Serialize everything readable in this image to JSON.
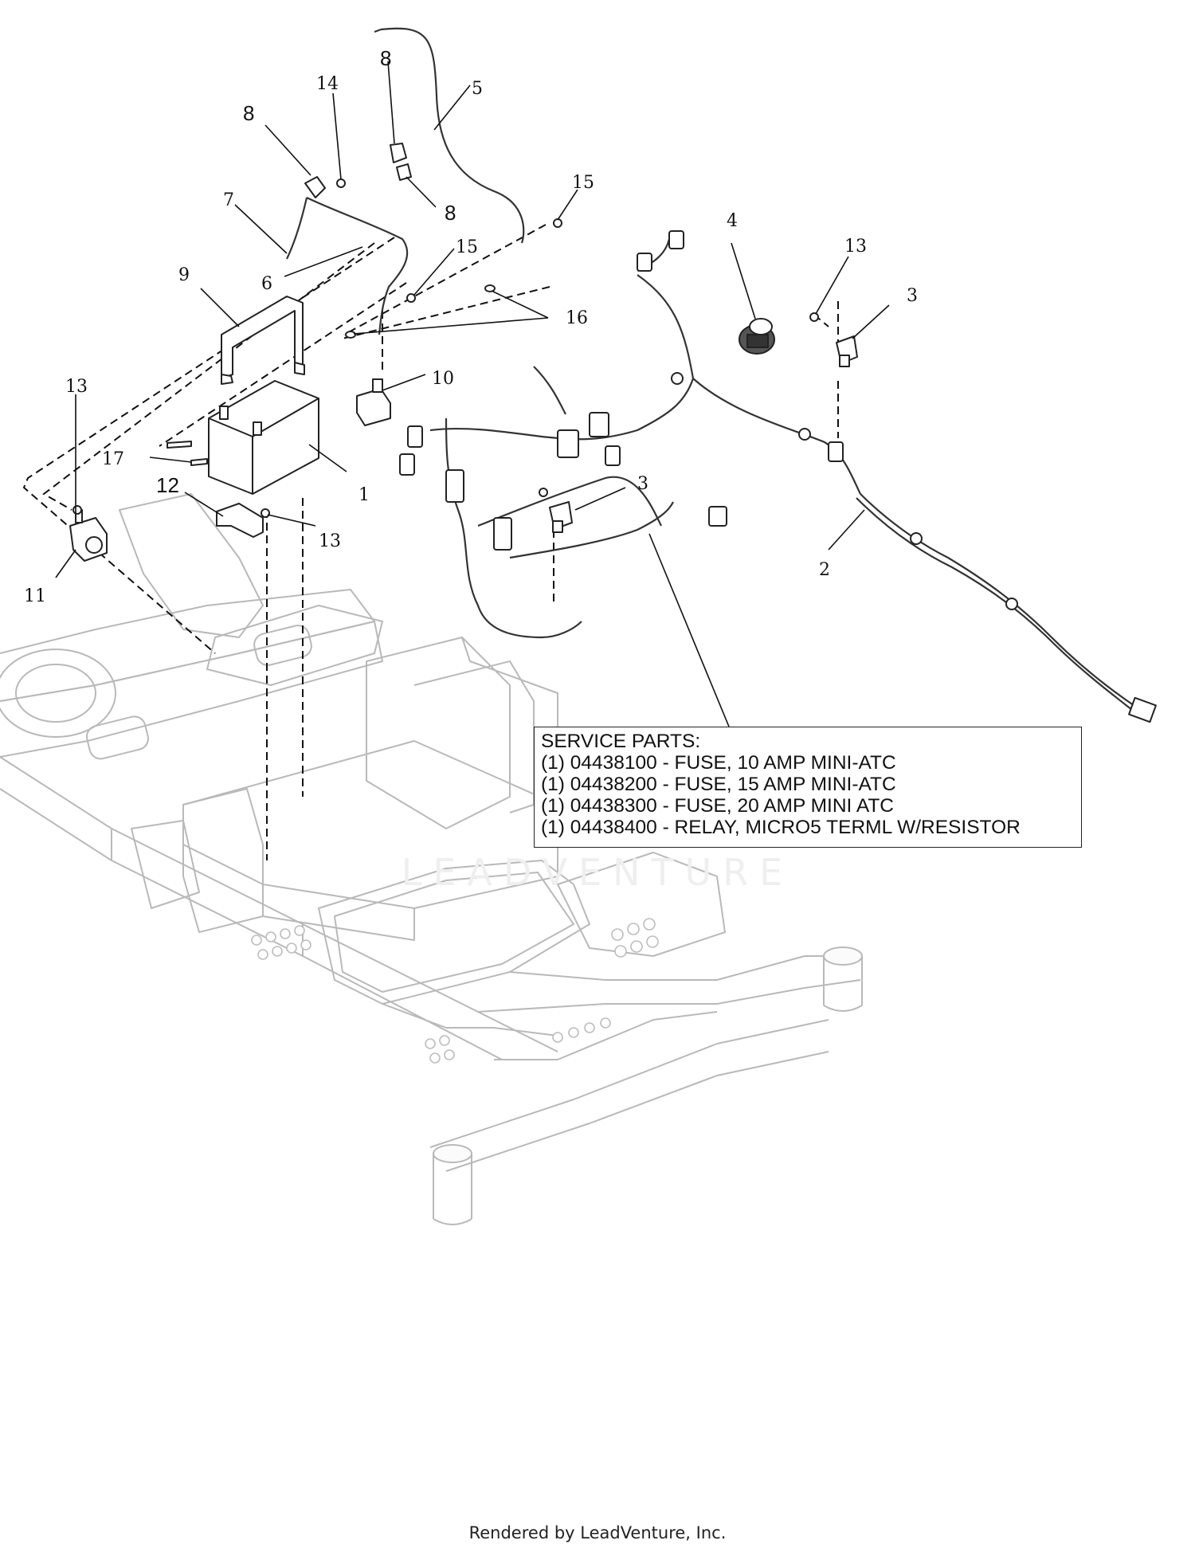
{
  "callouts": [
    {
      "id": "c1",
      "text": "1"
    },
    {
      "id": "c2",
      "text": "2"
    },
    {
      "id": "c3a",
      "text": "3"
    },
    {
      "id": "c3b",
      "text": "3"
    },
    {
      "id": "c4",
      "text": "4"
    },
    {
      "id": "c5",
      "text": "5"
    },
    {
      "id": "c6",
      "text": "6"
    },
    {
      "id": "c7",
      "text": "7"
    },
    {
      "id": "c8a",
      "text": "8"
    },
    {
      "id": "c8b",
      "text": "8"
    },
    {
      "id": "c8c",
      "text": "8"
    },
    {
      "id": "c9",
      "text": "9"
    },
    {
      "id": "c10",
      "text": "10"
    },
    {
      "id": "c11",
      "text": "11"
    },
    {
      "id": "c12",
      "text": "12"
    },
    {
      "id": "c13a",
      "text": "13"
    },
    {
      "id": "c13b",
      "text": "13"
    },
    {
      "id": "c13c",
      "text": "13"
    },
    {
      "id": "c14",
      "text": "14"
    },
    {
      "id": "c15a",
      "text": "15"
    },
    {
      "id": "c15b",
      "text": "15"
    },
    {
      "id": "c16",
      "text": "16"
    },
    {
      "id": "c17",
      "text": "17"
    }
  ],
  "service_parts": {
    "title": "SERVICE PARTS:",
    "lines": [
      "(1) 04438100 - FUSE, 10 AMP MINI-ATC",
      "(1) 04438200 - FUSE, 15 AMP MINI-ATC",
      "(1) 04438300 - FUSE, 20 AMP MINI ATC",
      "(1) 04438400 - RELAY, MICRO5 TERML W/RESISTOR"
    ]
  },
  "watermark": "LEADVENTURE",
  "footer": "Rendered by LeadVenture, Inc."
}
